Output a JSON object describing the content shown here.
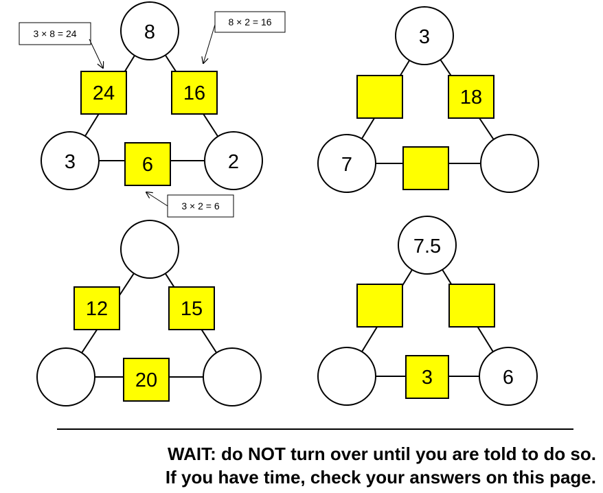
{
  "puzzles": [
    {
      "circles": {
        "top": "8",
        "left": "3",
        "right": "2"
      },
      "boxes": {
        "left_edge": "24",
        "right_edge": "16",
        "bottom_edge": "6"
      },
      "callouts": {
        "left_edge": "3 × 8 = 24",
        "right_edge": "8 × 2 = 16",
        "bottom_edge": "3 × 2 = 6"
      }
    },
    {
      "circles": {
        "top": "3",
        "left": "7",
        "right": ""
      },
      "boxes": {
        "left_edge": "",
        "right_edge": "18",
        "bottom_edge": ""
      }
    },
    {
      "circles": {
        "top": "",
        "left": "",
        "right": ""
      },
      "boxes": {
        "left_edge": "12",
        "right_edge": "15",
        "bottom_edge": "20"
      }
    },
    {
      "circles": {
        "top": "7.5",
        "left": "",
        "right": "6"
      },
      "boxes": {
        "left_edge": "",
        "right_edge": "",
        "bottom_edge": "3"
      }
    }
  ],
  "footer": {
    "line1": "WAIT: do NOT turn over until you are told to do so.",
    "line2": "If you have time, check your answers on this page."
  },
  "colors": {
    "box_fill": "#FFFF00",
    "stroke": "#000000",
    "background": "#FFFFFF"
  }
}
